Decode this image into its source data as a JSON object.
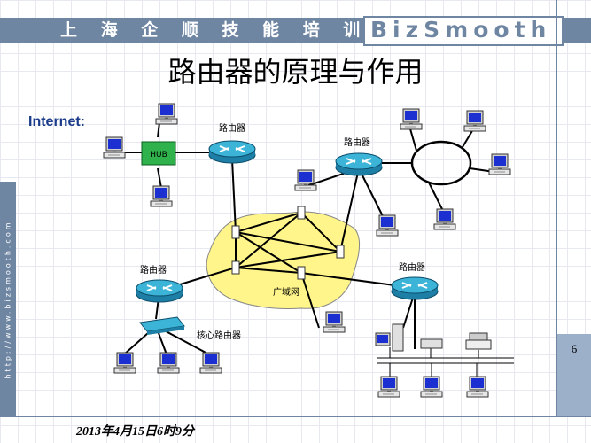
{
  "header": {
    "school_name": "上 海 企 顺 技 能 培 训 学 校",
    "logo": "BizSmooth"
  },
  "sidebar": {
    "url": "http://www.bizsmooth.com"
  },
  "slide": {
    "title": "路由器的原理与作用",
    "internet_label": "Internet:",
    "page_number": "6",
    "date": "2013年4月15日6时9分"
  },
  "diagram": {
    "hub_label": "HUB",
    "router_label": "路由器",
    "wan_label": "广域网",
    "core_router_label": "核心路由器"
  },
  "colors": {
    "brand": "#6f86a3",
    "page_tab": "#9cb0c9",
    "wan_cloud": "#fff58a",
    "hub": "#2fb24c",
    "router": "#3cb4d8",
    "link": "#000000"
  }
}
